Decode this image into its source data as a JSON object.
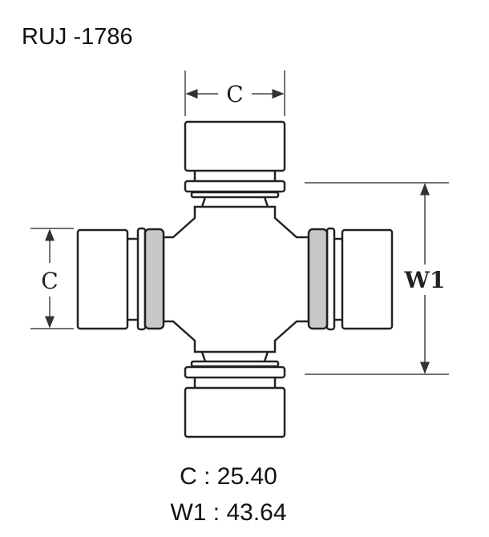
{
  "title": "RUJ -1786",
  "diagram": {
    "dim_c_label": "C",
    "dim_w1_label": "W1",
    "seal_color": "#c8c8c8",
    "line_color": "#222222"
  },
  "specs": {
    "c": "C : 25.40",
    "w1": "W1 : 43.64"
  }
}
